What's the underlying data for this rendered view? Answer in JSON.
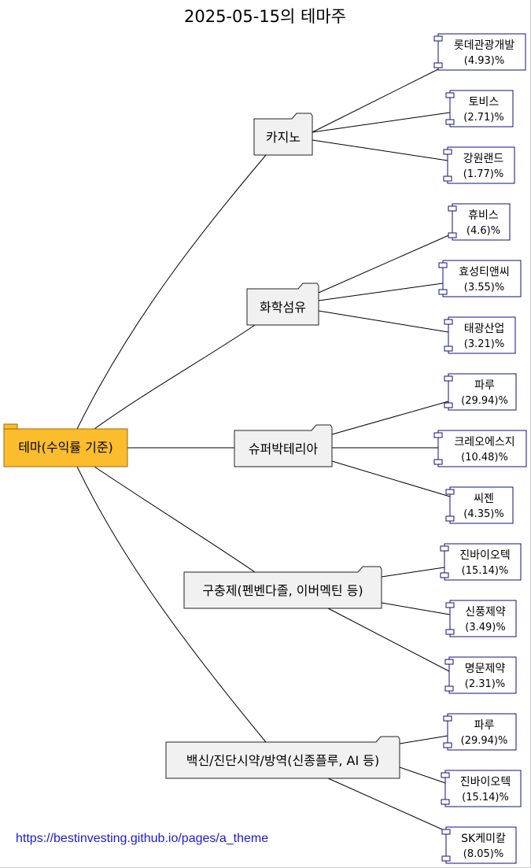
{
  "title": "2025-05-15의 테마주",
  "footer_link": "https://bestinvesting.github.io/pages/a_theme",
  "colors": {
    "root_fill": "#fbbd2e",
    "root_border": "#9c6a00",
    "theme_fill": "#f1f1f1",
    "theme_border": "#222222",
    "stock_border": "#10107a",
    "edge": "#000000",
    "link": "#1a1ad6"
  },
  "root": {
    "label": "테마(수익률 기준)"
  },
  "themes": [
    {
      "label": "카지노",
      "stocks": [
        {
          "name": "롯데관광개발",
          "return": "(4.93)%"
        },
        {
          "name": "토비스",
          "return": "(2.71)%"
        },
        {
          "name": "강원랜드",
          "return": "(1.77)%"
        }
      ]
    },
    {
      "label": "화학섬유",
      "stocks": [
        {
          "name": "휴비스",
          "return": "(4.6)%"
        },
        {
          "name": "효성티앤씨",
          "return": "(3.55)%"
        },
        {
          "name": "태광산업",
          "return": "(3.21)%"
        }
      ]
    },
    {
      "label": "슈퍼박테리아",
      "stocks": [
        {
          "name": "파루",
          "return": "(29.94)%"
        },
        {
          "name": "크레오에스지",
          "return": "(10.48)%"
        },
        {
          "name": "씨젠",
          "return": "(4.35)%"
        }
      ]
    },
    {
      "label": "구충제(펜벤다졸, 이버멕틴 등)",
      "stocks": [
        {
          "name": "진바이오텍",
          "return": "(15.14)%"
        },
        {
          "name": "신풍제약",
          "return": "(3.49)%"
        },
        {
          "name": "명문제약",
          "return": "(2.31)%"
        }
      ]
    },
    {
      "label": "백신/진단시약/방역(신종플루, AI 등)",
      "stocks": [
        {
          "name": "파루",
          "return": "(29.94)%"
        },
        {
          "name": "진바이오텍",
          "return": "(15.14)%"
        },
        {
          "name": "SK케미칼",
          "return": "(8.05)%"
        }
      ]
    }
  ]
}
